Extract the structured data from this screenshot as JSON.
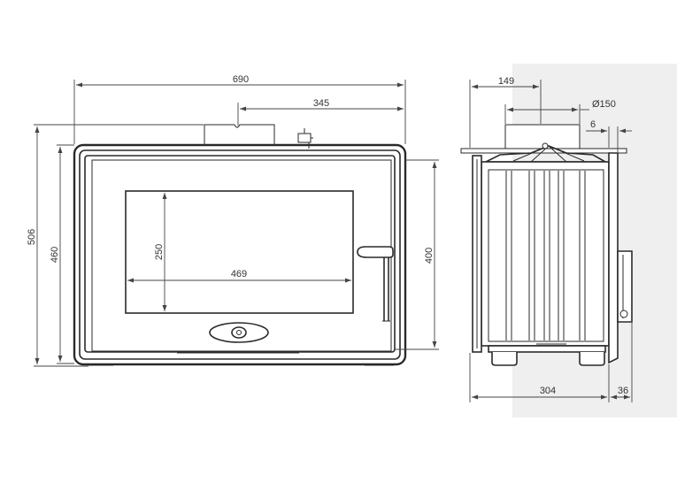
{
  "colors": {
    "background": "#ffffff",
    "side_panel": "#efefef",
    "line": "#2a2a2a",
    "dimension": "#444444"
  },
  "front_view": {
    "dim_overall_width": "690",
    "dim_half_width": "345",
    "dim_overall_height": "506",
    "dim_frame_height": "460",
    "dim_door_height": "400",
    "dim_glass_height": "250",
    "dim_glass_width": "469"
  },
  "side_view": {
    "dim_flue_offset": "149",
    "dim_flue_diameter": "Ø150",
    "dim_frame_thickness": "6",
    "dim_body_depth": "304",
    "dim_frame_depth": "36"
  }
}
